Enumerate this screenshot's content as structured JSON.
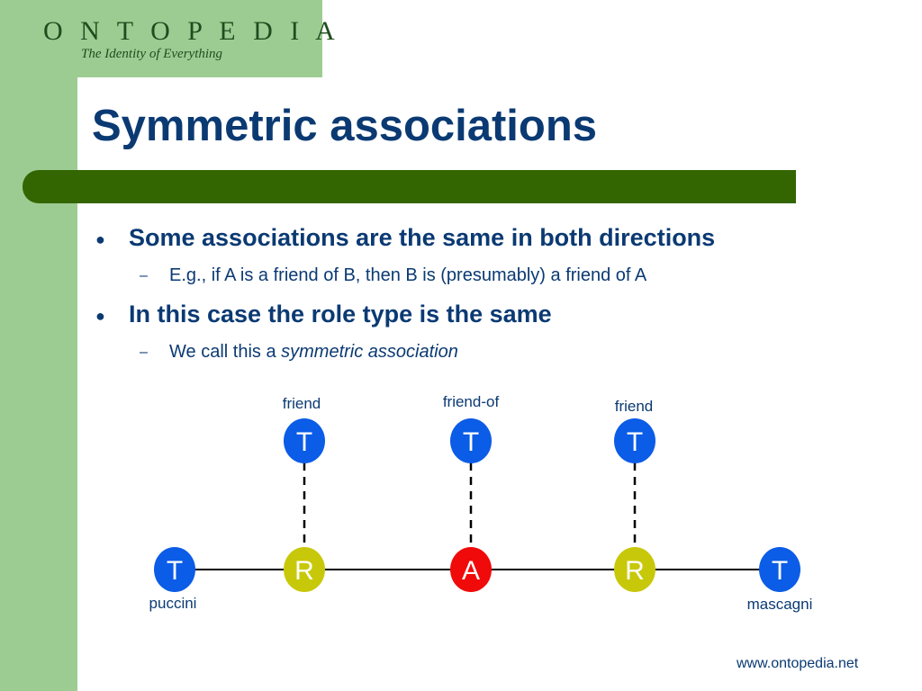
{
  "brand": {
    "name": "O N T O P E D I A",
    "tagline": "The Identity of Everything"
  },
  "title": "Symmetric associations",
  "bullets": [
    {
      "marker": "●",
      "text": "Some associations are the same in both directions",
      "sub": {
        "marker": "–",
        "text": "E.g., if A is a friend of B, then B is (presumably) a friend of A"
      }
    },
    {
      "marker": "●",
      "text": "In this case the role type is the same",
      "sub": {
        "marker": "–",
        "prefix": "We call this a ",
        "emphasis": "symmetric association"
      }
    }
  ],
  "diagram": {
    "role_type_labels": [
      "friend",
      "friend-of",
      "friend"
    ],
    "topic_labels": [
      "puccini",
      "mascagni"
    ],
    "node_letters": {
      "topic": "T",
      "role": "R",
      "association": "A"
    },
    "colors": {
      "topic": "#0b5ce6",
      "role": "#c8c80a",
      "association": "#f00a0a",
      "line": "#000000"
    }
  },
  "footer": {
    "url": "www.ontopedia.net"
  }
}
